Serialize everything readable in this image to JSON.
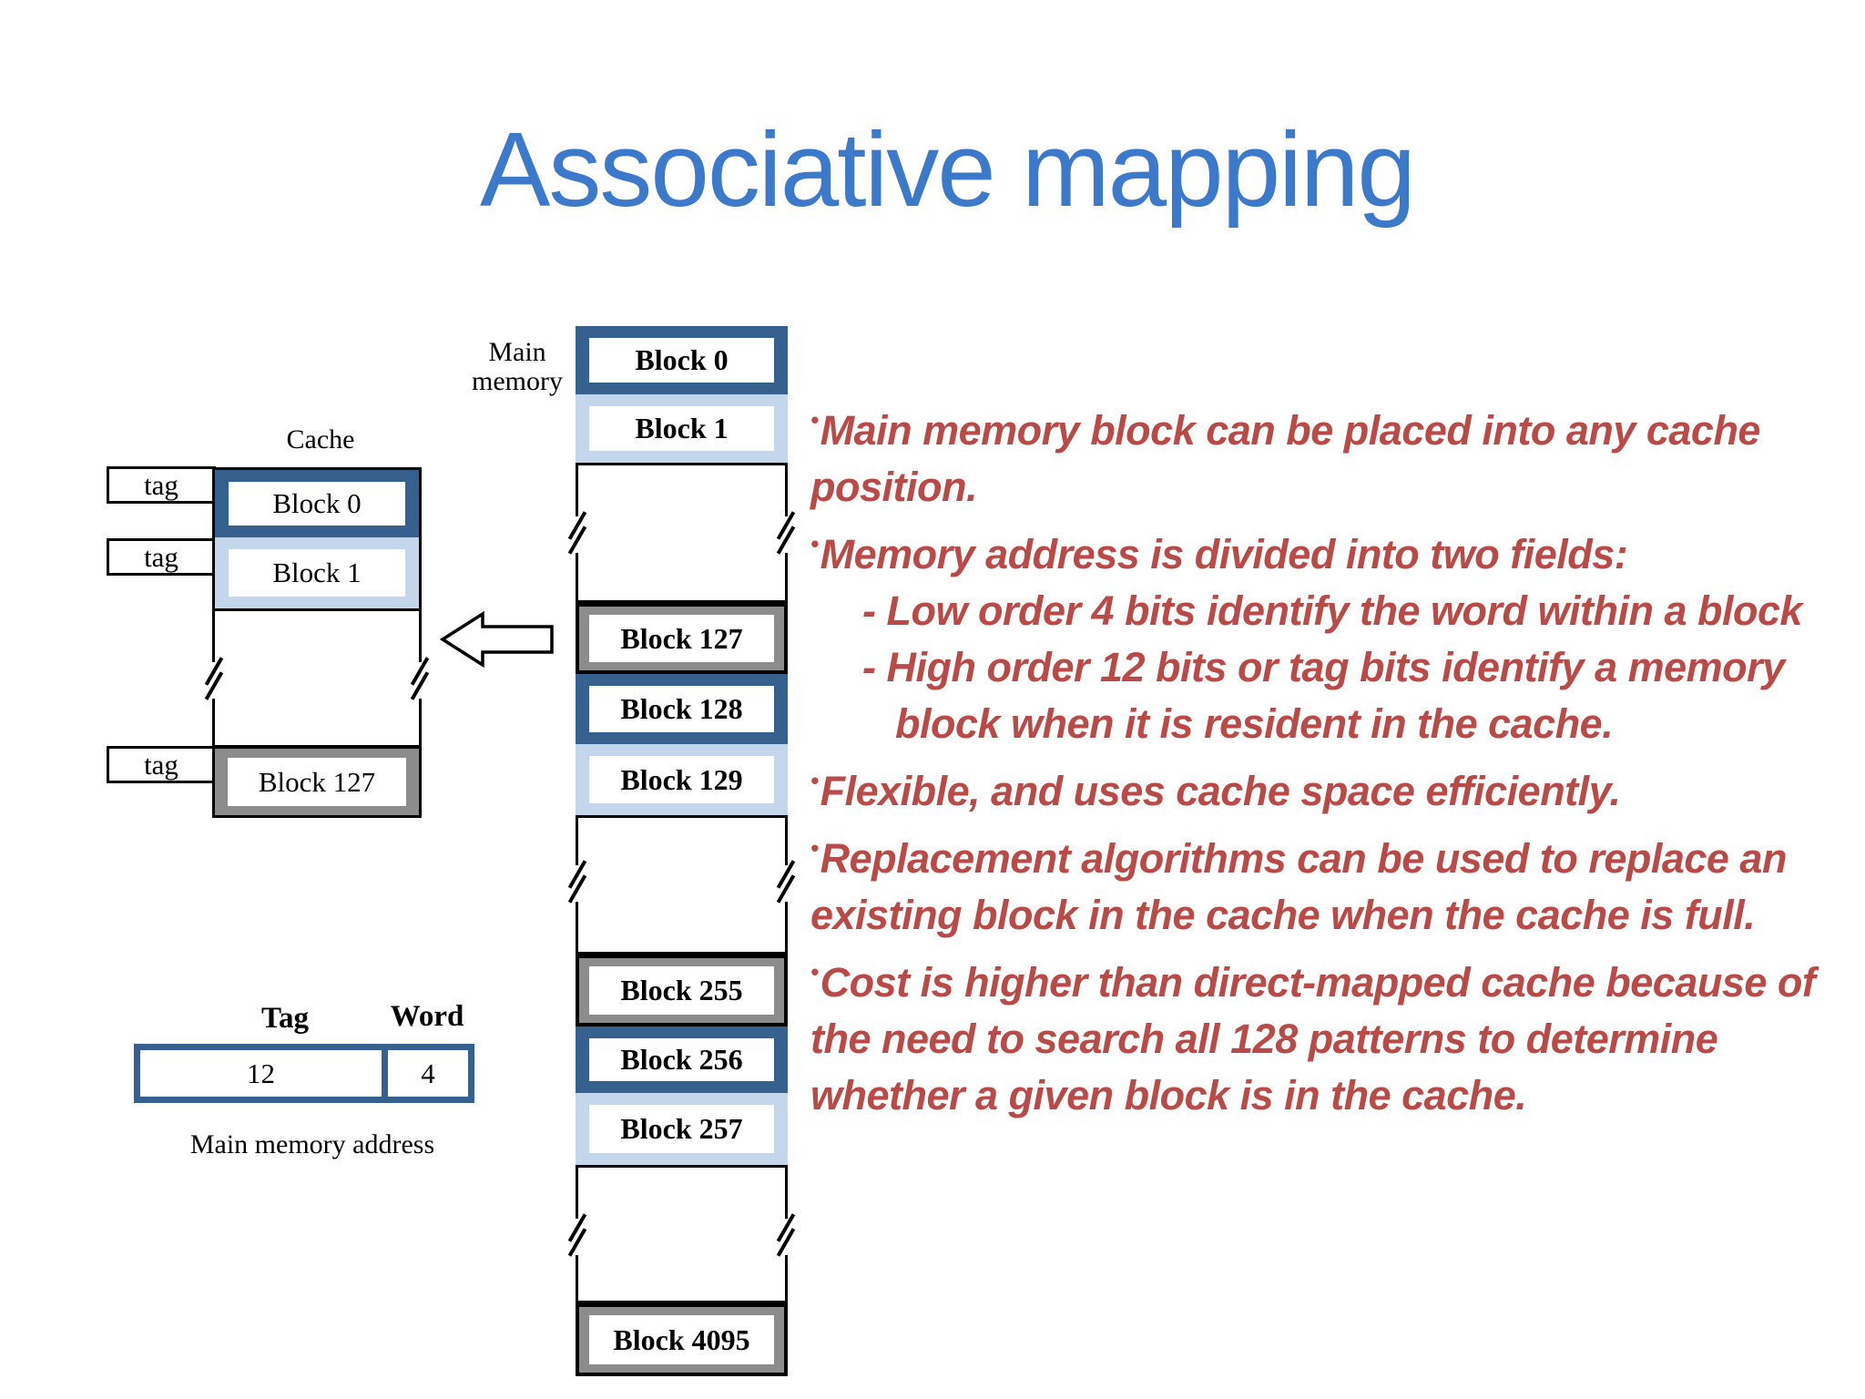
{
  "slide": {
    "title": "Associative mapping"
  },
  "colors": {
    "title_blue": "#3C79CB",
    "dark_blue": "#36618E",
    "light_blue": "#C3D6EB",
    "gray": "#8C8C8C",
    "bullet_red": "#B94A48"
  },
  "cache": {
    "label": "Cache",
    "tag_labels": [
      "tag",
      "tag",
      "tag"
    ],
    "blocks": [
      "Block 0",
      "Block 1",
      "Block 127"
    ]
  },
  "main_memory": {
    "label_line1": "Main",
    "label_line2": "memory",
    "blocks": [
      "Block 0",
      "Block 1",
      "Block 127",
      "Block 128",
      "Block 129",
      "Block 255",
      "Block 256",
      "Block 257",
      "Block 4095"
    ]
  },
  "address": {
    "tag_label": "Tag",
    "word_label": "Word",
    "tag_bits": "12",
    "word_bits": "4",
    "caption": "Main memory address"
  },
  "bullets": {
    "lines": [
      {
        "text": "Main memory block can be placed into any cache",
        "indent": 0,
        "bullet": true
      },
      {
        "text": "position.",
        "indent": 0,
        "bullet": false
      },
      {
        "text": "Memory address is divided into two fields:",
        "indent": 0,
        "bullet": true
      },
      {
        "text": "- Low order 4 bits identify the word within a block",
        "indent": 1,
        "bullet": false
      },
      {
        "text": "- High order 12 bits or tag bits identify a memory",
        "indent": 1,
        "bullet": false
      },
      {
        "text": "block when it is resident in the cache.",
        "indent": 2,
        "bullet": false
      },
      {
        "text": "Flexible, and uses cache space efficiently.",
        "indent": 0,
        "bullet": true
      },
      {
        "text": "Replacement algorithms can be used to replace an",
        "indent": 0,
        "bullet": true
      },
      {
        "text": "existing block in the cache when the cache is full.",
        "indent": 0,
        "bullet": false
      },
      {
        "text": "Cost is higher than direct-mapped cache because of",
        "indent": 0,
        "bullet": true
      },
      {
        "text": "the need to search all 128 patterns to determine",
        "indent": 0,
        "bullet": false
      },
      {
        "text": "whether a given block is in the cache.",
        "indent": 0,
        "bullet": false
      }
    ]
  }
}
